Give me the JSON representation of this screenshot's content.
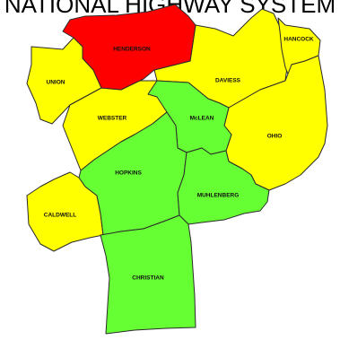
{
  "title": "NATIONAL HIGHWAY SYSTEM",
  "colors": {
    "red": "#ff0000",
    "yellow": "#ffff00",
    "green": "#66ff33",
    "border": "#2a2a2a"
  },
  "counties": [
    {
      "key": "henderson",
      "name": "HENDERSON",
      "status": "red"
    },
    {
      "key": "union",
      "name": "UNION",
      "status": "yellow"
    },
    {
      "key": "daviess",
      "name": "DAVIESS",
      "status": "yellow"
    },
    {
      "key": "hancock",
      "name": "HANCOCK",
      "status": "yellow"
    },
    {
      "key": "webster",
      "name": "WEBSTER",
      "status": "yellow"
    },
    {
      "key": "mclean",
      "name": "McLEAN",
      "status": "green"
    },
    {
      "key": "ohio",
      "name": "OHIO",
      "status": "yellow"
    },
    {
      "key": "hopkins",
      "name": "HOPKINS",
      "status": "green"
    },
    {
      "key": "muhlenberg",
      "name": "MUHLENBERG",
      "status": "green"
    },
    {
      "key": "caldwell",
      "name": "CALDWELL",
      "status": "yellow"
    },
    {
      "key": "christian",
      "name": "CHRISTIAN",
      "status": "green"
    }
  ]
}
